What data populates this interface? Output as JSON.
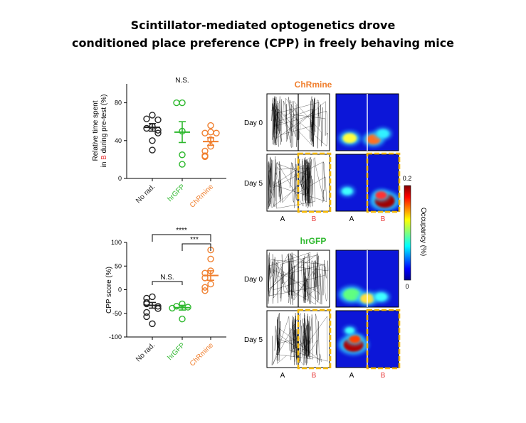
{
  "title_lines": [
    "Scintillator-mediated optogenetics drove",
    "conditioned place preference (CPP) in freely behaving mice"
  ],
  "colors": {
    "no_rad": "#222222",
    "hrgfp": "#2db82d",
    "chrmine": "#f07f2e",
    "chamber_b_label": "#e83a3a",
    "highlight_box": "#f5b800"
  },
  "chart_data": [
    {
      "type": "scatter",
      "ylabel_lines": [
        "Relative time spent",
        "in ",
        "B",
        " during pre-test (%)"
      ],
      "ylim": [
        0,
        100
      ],
      "yticks": [
        0,
        40,
        80
      ],
      "significance": "N.S.",
      "categories": [
        "No rad.",
        "hrGFP",
        "ChRmine"
      ],
      "series": [
        {
          "name": "No rad.",
          "values": [
            67,
            63,
            62,
            55,
            53,
            51,
            48,
            40,
            30
          ],
          "mean": 54,
          "sem": 4
        },
        {
          "name": "hrGFP",
          "values": [
            80,
            80,
            50,
            25,
            15
          ],
          "mean": 49,
          "sem": 11
        },
        {
          "name": "ChRmine",
          "values": [
            56,
            49,
            48,
            48,
            41,
            34,
            29,
            24,
            23
          ],
          "mean": 39,
          "sem": 4
        }
      ]
    },
    {
      "type": "scatter",
      "ylabel": "CPP score (%)",
      "ylim": [
        -100,
        100
      ],
      "yticks": [
        -100,
        -50,
        0,
        50,
        100
      ],
      "brackets": [
        {
          "from": 0,
          "to": 2,
          "label": "****"
        },
        {
          "from": 1,
          "to": 2,
          "label": "***"
        },
        {
          "from": 0,
          "to": 1,
          "label": "N.S."
        }
      ],
      "categories": [
        "No rad.",
        "hrGFP",
        "ChRmine"
      ],
      "series": [
        {
          "name": "No rad.",
          "values": [
            -15,
            -18,
            -27,
            -30,
            -35,
            -40,
            -48,
            -57,
            -72
          ],
          "mean": -33,
          "sem": 6
        },
        {
          "name": "hrGFP",
          "values": [
            -30,
            -35,
            -37,
            -39,
            -62
          ],
          "mean": -38,
          "sem": 5
        },
        {
          "name": "ChRmine",
          "values": [
            84,
            65,
            40,
            35,
            25,
            12,
            5,
            -2
          ],
          "mean": 30,
          "sem": 10
        }
      ]
    },
    {
      "type": "heatmap",
      "colorbar": {
        "label": "Occupancy (%)",
        "min": 0,
        "max": 0.2
      },
      "chamber_labels": [
        "A",
        "B"
      ],
      "groups": [
        {
          "name": "ChRmine",
          "days": [
            "Day 0",
            "Day 5"
          ],
          "highlight_chamber": "B"
        },
        {
          "name": "hrGFP",
          "days": [
            "Day 0",
            "Day 5"
          ],
          "highlight_chamber": "B"
        }
      ]
    }
  ]
}
